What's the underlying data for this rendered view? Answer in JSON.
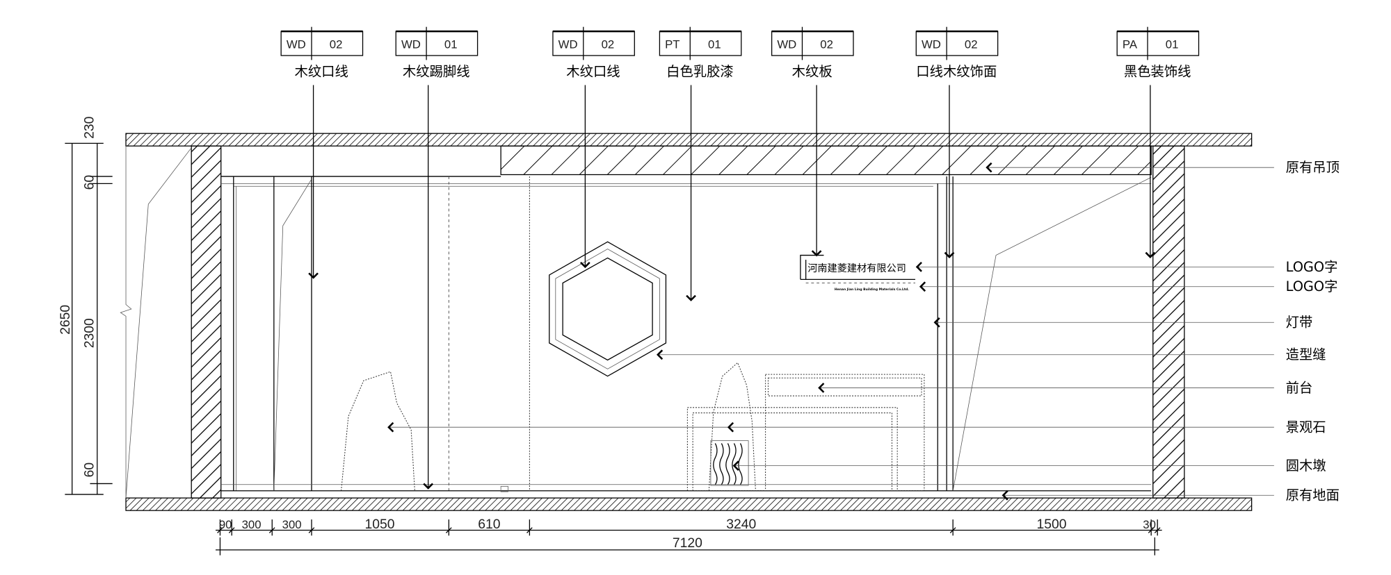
{
  "tags": [
    {
      "code": "WD",
      "num": "02",
      "label": "木纹口线"
    },
    {
      "code": "WD",
      "num": "01",
      "label": "木纹踢脚线"
    },
    {
      "code": "WD",
      "num": "02",
      "label": "木纹口线"
    },
    {
      "code": "PT",
      "num": "01",
      "label": "白色乳胶漆"
    },
    {
      "code": "WD",
      "num": "02",
      "label": "木纹板"
    },
    {
      "code": "WD",
      "num": "02",
      "label": "口线木纹饰面"
    },
    {
      "code": "PA",
      "num": "01",
      "label": "黑色装饰线"
    }
  ],
  "callouts": [
    "原有吊顶",
    "LOGO字",
    "LOGO字",
    "灯带",
    "造型缝",
    "前台",
    "景观石",
    "圆木墩",
    "原有地面"
  ],
  "logo": {
    "cn": "河南建菱建材有限公司",
    "en": "Henan Jian Ling Building Materials Co.Ltd."
  },
  "dims_bottom": [
    "90",
    "300",
    "300",
    "1050",
    "610",
    "3240",
    "1500",
    "30"
  ],
  "dim_total": "7120",
  "dims_left": {
    "total": "2650",
    "top": "230",
    "upper": "60",
    "main": "2300",
    "lower": "60"
  }
}
